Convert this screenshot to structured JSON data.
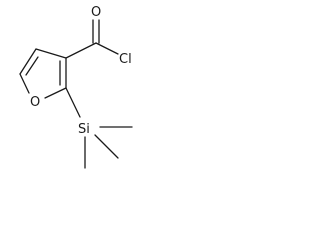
{
  "molecule": {
    "atoms": {
      "carbonyl_oxygen": "O",
      "chlorine": "Cl",
      "ring_oxygen": "O",
      "silicon": "Si"
    }
  },
  "colors": {
    "bond": "#1a1a1a",
    "background": "#ffffff"
  }
}
